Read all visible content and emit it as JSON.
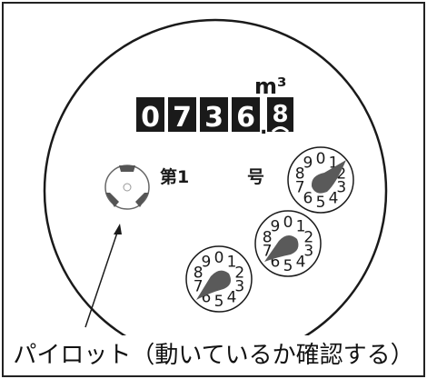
{
  "meter": {
    "unit": "m³",
    "digits": [
      "0",
      "7",
      "3",
      "6"
    ],
    "decimal_point": ".",
    "decimal_digit": "8",
    "number_label_prefix": "第1",
    "number_label_suffix": "号",
    "dial_numbers": [
      "0",
      "1",
      "2",
      "3",
      "4",
      "5",
      "6",
      "7",
      "8",
      "9"
    ]
  },
  "caption": "パイロット（動いているか確認する）",
  "colors": {
    "ink": "#1a1a1a",
    "border": "#222222",
    "background": "#ffffff",
    "pilot_arms": "#555555"
  }
}
